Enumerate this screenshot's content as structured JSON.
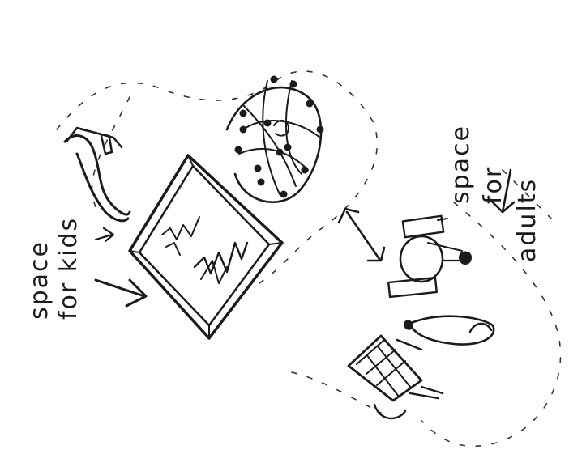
{
  "labels": {
    "kids_line1": "space",
    "kids_line2": "for kids",
    "adults_line1": "space",
    "adults_line2": "for",
    "adults_line3": "adults"
  }
}
